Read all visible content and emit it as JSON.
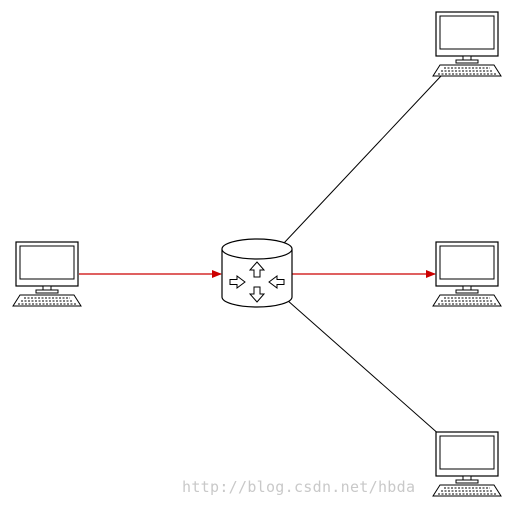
{
  "diagram": {
    "nodes": [
      {
        "id": "pc-left",
        "kind": "computer"
      },
      {
        "id": "router-center",
        "kind": "router"
      },
      {
        "id": "pc-top-right",
        "kind": "computer"
      },
      {
        "id": "pc-middle-right",
        "kind": "computer"
      },
      {
        "id": "pc-bottom-right",
        "kind": "computer"
      }
    ],
    "edges": [
      {
        "from": "pc-left",
        "to": "router-center",
        "style": "arrow",
        "color": "#cc0000"
      },
      {
        "from": "router-center",
        "to": "pc-middle-right",
        "style": "arrow",
        "color": "#cc0000"
      },
      {
        "from": "router-center",
        "to": "pc-top-right",
        "style": "line",
        "color": "#000000"
      },
      {
        "from": "router-center",
        "to": "pc-bottom-right",
        "style": "line",
        "color": "#000000"
      }
    ],
    "icons": {
      "computer": "computer-icon",
      "router": "router-icon"
    }
  },
  "watermark": {
    "text": "http://blog.csdn.net/hbda"
  }
}
